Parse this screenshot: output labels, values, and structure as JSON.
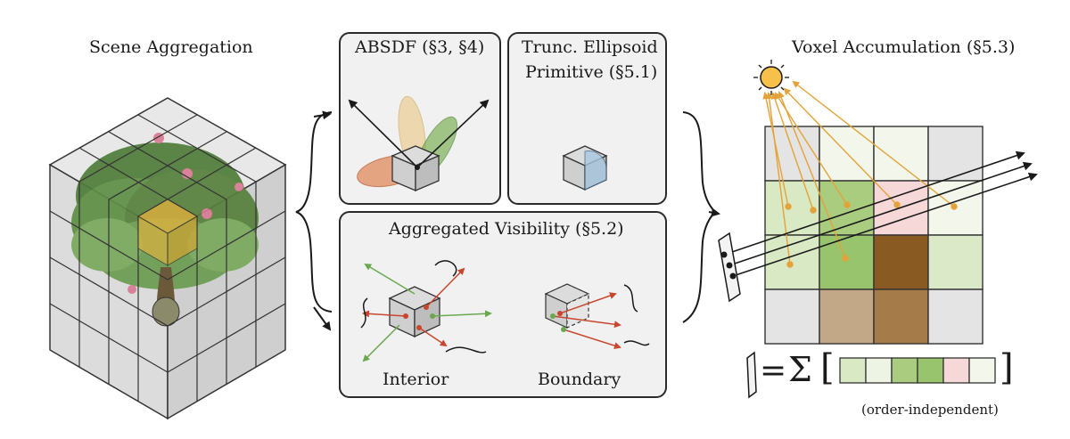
{
  "labels": {
    "scene_aggregation": "Scene Aggregation",
    "absdf": "ABSDF (§3, §4)",
    "trunc_ellipsoid": "Trunc. Ellipsoid\nPrimitive (§5.1)",
    "trunc_ellipsoid_line1": "Trunc. Ellipsoid",
    "trunc_ellipsoid_line2": "Primitive (§5.1)",
    "aggregated_visibility": "Aggregated Visibility (§5.2)",
    "interior": "Interior",
    "boundary": "Boundary",
    "voxel_accumulation": "Voxel Accumulation (§5.3)",
    "equation_equals": "=",
    "equation_sigma": "Σ",
    "equation_open": "[",
    "equation_close": "]",
    "order_independent": "(order-independent)"
  },
  "colors": {
    "panel_bg": "#f1f1f1",
    "arrow_orange": "#e3a33a",
    "arrow_green": "#6aa84f",
    "arrow_red": "#c8462e",
    "sun": "#f6c04a",
    "cube_highlight": "#e6b43c"
  },
  "voxel_grid": [
    [
      "#e4e4e4",
      "#f3f6ea",
      "#f3f6ea",
      "#e4e4e4"
    ],
    [
      "#d9e9c4",
      "#a9cc7e",
      "#f6d8d8",
      "#f3f6ea"
    ],
    [
      "#d9e9c4",
      "#98c46d",
      "#8a5a23",
      "#dbe9c8"
    ],
    [
      "#e4e4e4",
      "#c2a887",
      "#a57b49",
      "#e4e4e4"
    ]
  ],
  "accumulation_cells": [
    "#d9e9c4",
    "#eef4e4",
    "#a9cc7e",
    "#98c46d",
    "#f6d8d8",
    "#f3f6ea"
  ]
}
